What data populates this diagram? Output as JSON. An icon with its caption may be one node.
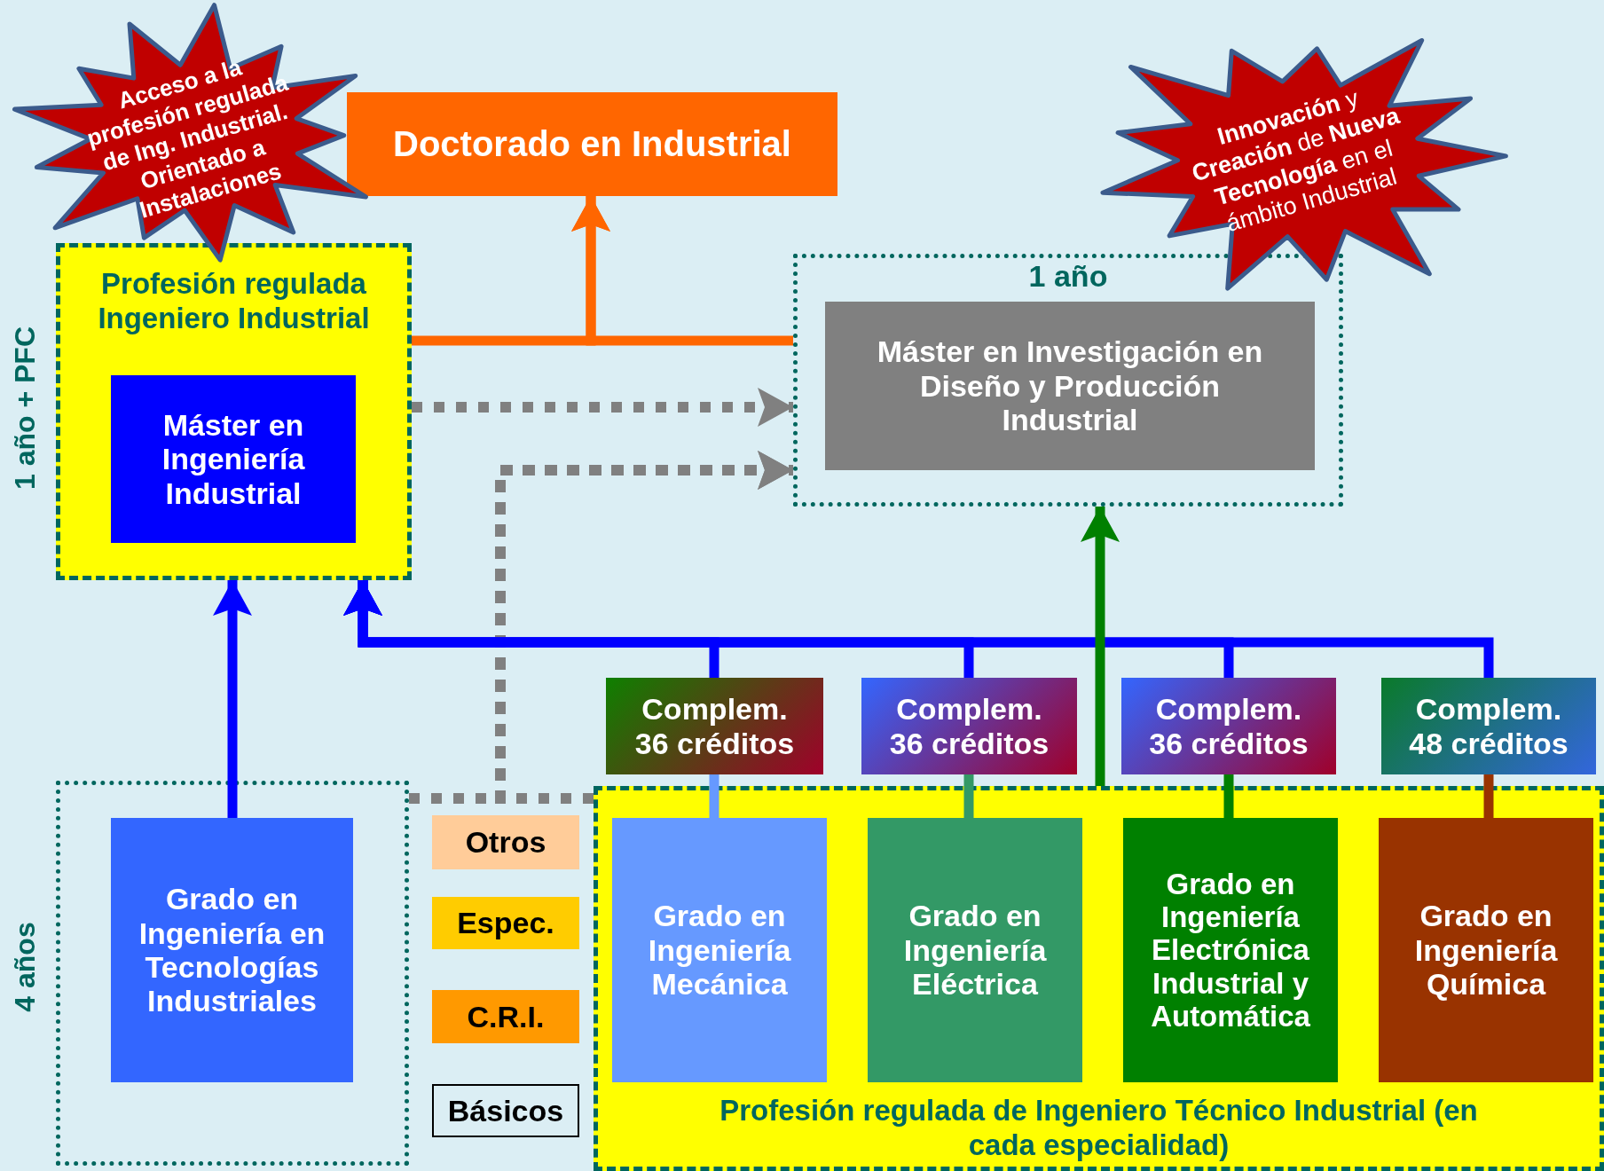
{
  "diagram": {
    "nodes": [
      {
        "text": [
          "Acceso a la profesión regulada de Ing. Industrial. Orientado a Instalaciones"
        ]
      },
      {
        "text": [
          "Doctorado en Industrial"
        ]
      },
      {
        "text": [
          "Profesión regulada Ingeniero Industrial"
        ]
      },
      {
        "text": [
          "Máster en Ingeniería Industrial"
        ],
        "in": 2
      },
      {
        "text": [
          "1 año"
        ]
      },
      {
        "text": [
          "Máster en Investigación en Diseño y Producción Industrial"
        ],
        "in": 4
      },
      {
        "text": [
          "**Innovación** y **Creación** de **Nueva Tecnología** en el ámbito Industrial"
        ]
      },
      {
        "text": [],
        "shape": "box"
      },
      {
        "text": [
          "Grado en Ingeniería en Tecnologías Industriales"
        ],
        "in": 7
      },
      {
        "text": [
          "Otros"
        ]
      },
      {
        "text": [
          "Espec."
        ]
      },
      {
        "text": [
          "C.R.I."
        ]
      },
      {
        "text": [
          "Básicos"
        ]
      },
      {
        "text": [
          "Complem. 36 créditos"
        ]
      },
      {
        "text": [
          "Complem. 36 créditos"
        ]
      },
      {
        "text": [
          "Complem. 36 créditos"
        ]
      },
      {
        "text": [
          "Complem. 48 créditos"
        ]
      },
      {
        "text": [
          "Profesión regulada de Ingeniero Técnico Industrial (en cada especialidad)"
        ]
      },
      {
        "text": [
          "Grado en Ingeniería Mecánica"
        ],
        "in": 17
      },
      {
        "text": [
          "Grado en Ingeniería Eléctrica"
        ],
        "in": 17
      },
      {
        "text": [
          "Grado en Ingeniería Electrónica Industrial y Automática"
        ],
        "in": 17
      },
      {
        "text": [
          "Grado en Ingeniería Química"
        ],
        "in": 17
      }
    ],
    "edges": [
      {
        "from": 2,
        "to": 1,
        "arrow": "to",
        "color": "#ff6600"
      },
      {
        "from": 4,
        "to": 1,
        "arrow": "to",
        "color": "#ff6600"
      },
      {
        "from": 2,
        "to": 4,
        "arrow": "to",
        "style": "dashed",
        "color": "#808080"
      },
      {
        "from": 7,
        "to": 4,
        "arrow": "to",
        "style": "dashed",
        "color": "#808080"
      },
      {
        "from": 17,
        "to": 4,
        "arrow": "to",
        "style": "dashed",
        "color": "#808080"
      },
      {
        "from": 8,
        "to": 2,
        "arrow": "to"
      },
      {
        "from": 13,
        "to": 2,
        "arrow": "to"
      },
      {
        "from": 14,
        "to": 2,
        "arrow": "to"
      },
      {
        "from": 15,
        "to": 2,
        "arrow": "to"
      },
      {
        "from": 16,
        "to": 2,
        "arrow": "to"
      },
      {
        "from": 17,
        "to": 4,
        "arrow": "to",
        "color": "#008000"
      },
      {
        "from": 18,
        "to": 13,
        "arrow": "none",
        "color": "#6699ff"
      },
      {
        "from": 19,
        "to": 14,
        "arrow": "none",
        "color": "#339966"
      },
      {
        "from": 20,
        "to": 15,
        "arrow": "none",
        "color": "#008000"
      },
      {
        "from": 21,
        "to": 16,
        "arrow": "none",
        "color": "#993300"
      }
    ],
    "labels": [
      "1 año + PFC",
      "4 años"
    ]
  }
}
